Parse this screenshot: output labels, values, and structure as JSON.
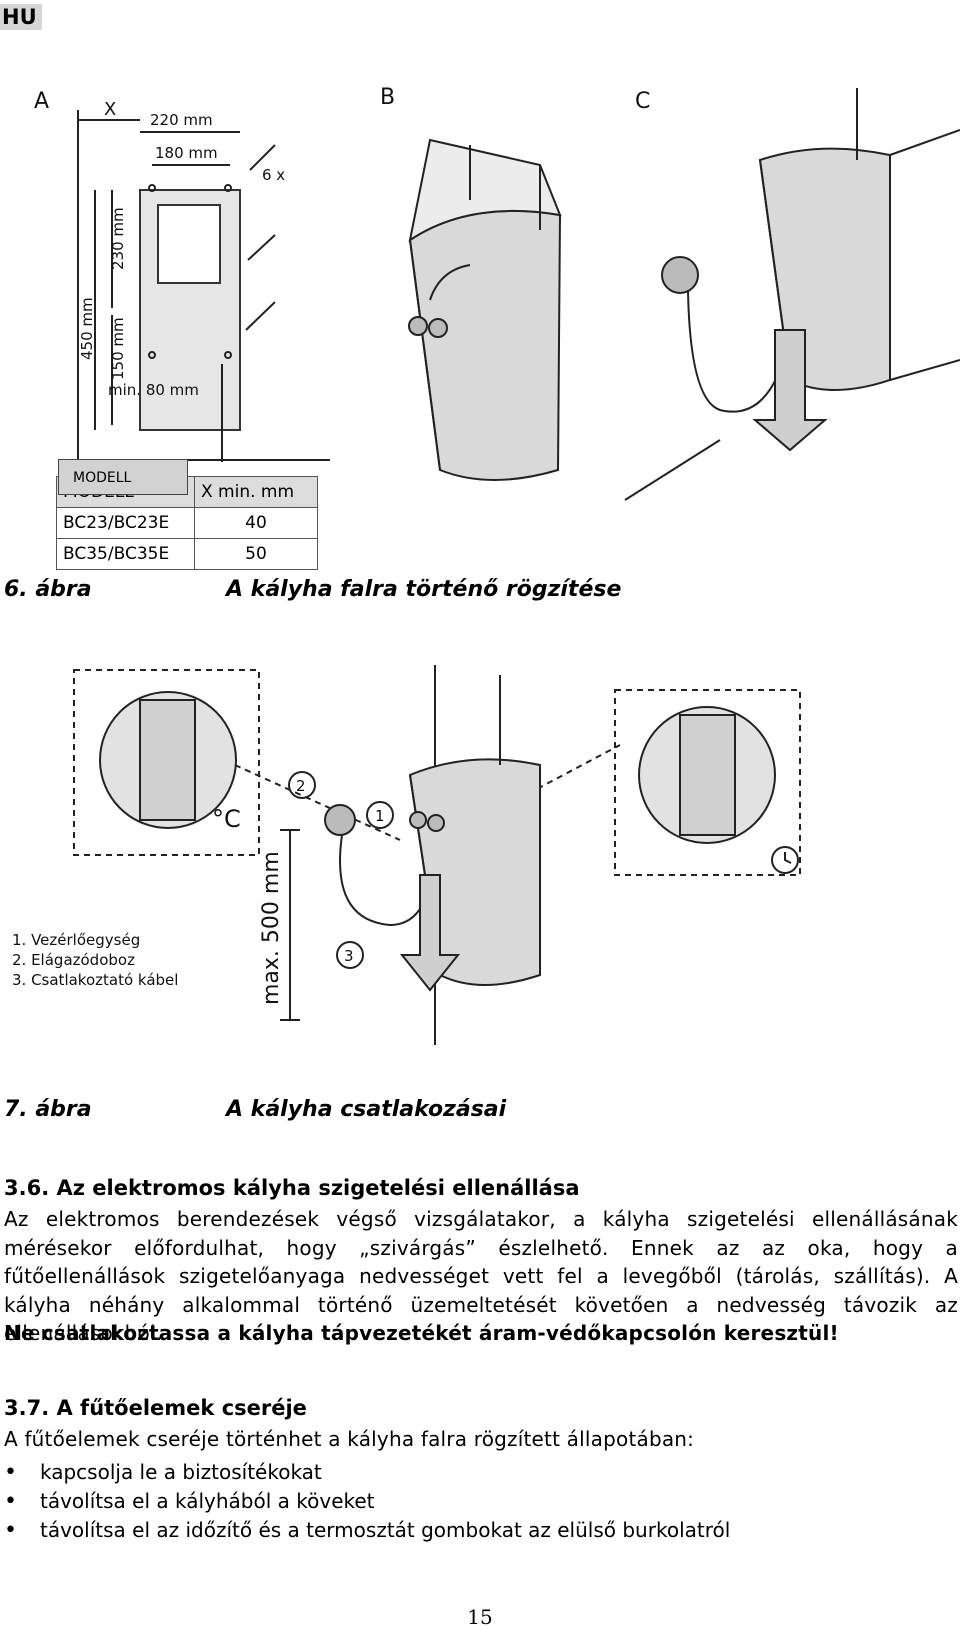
{
  "lang_tag": "HU",
  "figure6": {
    "panel_labels": [
      "A",
      "B",
      "C"
    ],
    "dim_x": "X",
    "dim_220": "220 mm",
    "dim_180": "180 mm",
    "dim_450": "450 mm",
    "dim_230": "230 mm",
    "dim_150": "150 mm",
    "dim_min80": "min. 80 mm",
    "screws": "6 x",
    "model_label": "MODELL",
    "table_header": [
      "MODELL",
      "X min. mm"
    ],
    "table_rows": [
      [
        "BC23/BC23E",
        "40"
      ],
      [
        "BC35/BC35E",
        "50"
      ]
    ],
    "caption_num": "6. ábra",
    "caption_text": "A kályha falra történő rögzítése"
  },
  "figure7": {
    "dim_max500": "max. 500 mm",
    "callouts": [
      "1",
      "2",
      "3"
    ],
    "legend": [
      "1. Vezérlőegység",
      "2. Elágazódoboz",
      "3. Csatlakoztató kábel"
    ],
    "unit_celsius": "°C",
    "caption_num": "7. ábra",
    "caption_text": "A kályha csatlakozásai"
  },
  "section_3_6": {
    "heading": "3.6. Az elektromos kályha szigetelési ellenállása",
    "paragraph": "Az elektromos berendezések végső vizsgálatakor, a kályha szigetelési ellenállásának mérésekor előfordulhat, hogy „szivárgás” észlelhető. Ennek az az oka, hogy a fűtőellenállások szigetelőanyaga nedvességet vett fel a levegőből (tárolás, szállítás). A kályha néhány alkalommal történő üzemeltetését követően a nedvesség távozik az ellenállásokból.",
    "warning": "Ne csatlakoztassa a kályha tápvezetékét áram-védőkapcsolón keresztül!"
  },
  "section_3_7": {
    "heading": "3.7. A fűtőelemek cseréje",
    "intro": "A fűtőelemek cseréje történhet a kályha falra rögzített állapotában:",
    "bullets": [
      "kapcsolja le a biztosítékokat",
      "távolítsa el a kályhából a köveket",
      "távolítsa el az időzítő és a termosztát gombokat az elülső burkolatról"
    ]
  },
  "page_number": "15"
}
